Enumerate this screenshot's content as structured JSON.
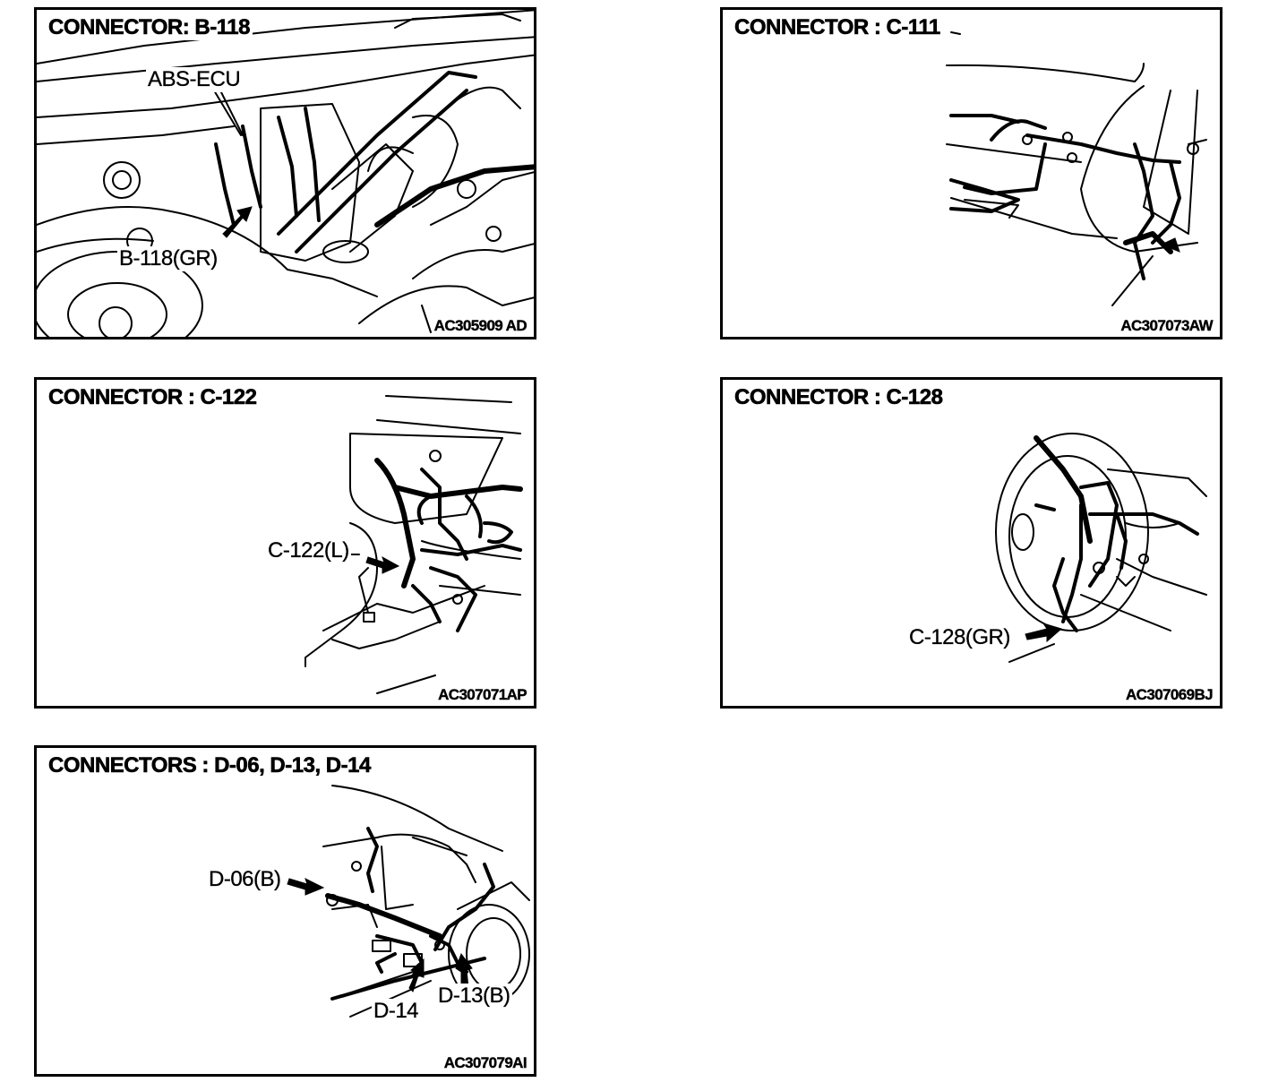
{
  "panels": [
    {
      "id": "b118",
      "title": "CONNECTOR: B-118",
      "code": "AC305909 AD",
      "labels": [
        "ABS-ECU",
        "B-118(GR)"
      ]
    },
    {
      "id": "c111",
      "title": "CONNECTOR : C-111",
      "code": "AC307073AW",
      "labels": []
    },
    {
      "id": "c122",
      "title": "CONNECTOR : C-122",
      "code": "AC307071AP",
      "labels": [
        "C-122(L)"
      ]
    },
    {
      "id": "c128",
      "title": "CONNECTOR : C-128",
      "code": "AC307069BJ",
      "labels": [
        "C-128(GR)"
      ]
    },
    {
      "id": "d06",
      "title": "CONNECTORS : D-06, D-13, D-14",
      "code": "AC307079AI",
      "labels": [
        "D-06(B)",
        "D-13(B)",
        "D-14"
      ]
    }
  ]
}
